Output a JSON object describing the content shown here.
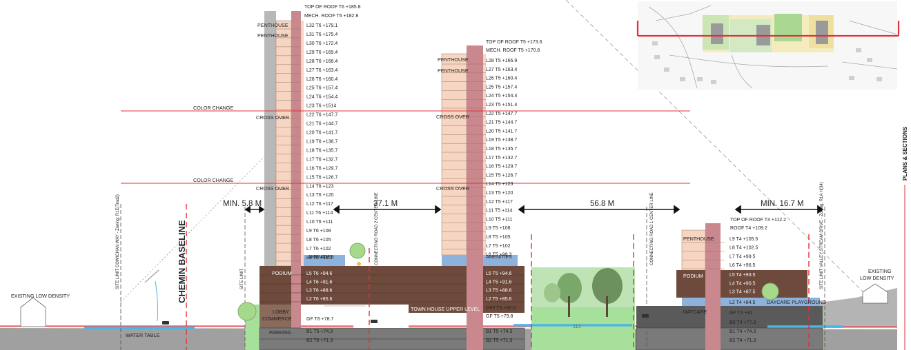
{
  "colors": {
    "tower_floor": "#f6d6c2",
    "tower_floor_line": "#9a7868",
    "core": "#c9888d",
    "core_dark": "#8a3f48",
    "podium": "#6e4a3c",
    "amenities": "#8db3dc",
    "ground": "#9a9a9a",
    "green": "#a6e09a",
    "red_line": "#e0303a",
    "water": "#4ab6e6",
    "gray_shaft": "#b8b8b8"
  },
  "tower_t6": {
    "top_label": "TOP OF ROOF T6  +185.8",
    "mech_label": "MECH. ROOF T6  +182.8",
    "levels": [
      "L32 T6  +179.1",
      "L31 T6  +175.4",
      "L30 T6  +172.4",
      "L29 T6  +169.4",
      "L28 T6  +166.4",
      "L27 T6  +163.4",
      "L26 T6  +160.4",
      "L25 T6  +157.4",
      "L24 T6  +154.4",
      "L23 T6  +1514",
      "L22 T6  +147.7",
      "L21 T6  +144.7",
      "L20 T6  +141.7",
      "L19 T6  +138.7",
      "L18 T6  +135.7",
      "L17 T6  +132.7",
      "L16 T6  +129.7",
      "L15 T6  +126.7",
      "L14 T6  +123",
      "L13 T6  +120",
      "L12 T6  +117",
      "L11 T6  +114",
      "L10 T6  +111",
      "L9 T6  +108",
      "L8 T6  +105",
      "L7 T6  +102",
      "L6 T6  +98.3",
      "L5 T6  +94.6",
      "L4 T6  +91.6",
      "L3 T6  +88.6",
      "L2 T6  +85.6",
      "GF T6  +78.7",
      "B1 T6  +74.3",
      "B2 T6  +71.3"
    ],
    "amenities": "AMENITIES",
    "penthouse": "PENTHOUSE",
    "crossover": "CROSS OVER",
    "podium": "PODIUM",
    "lobby": "LOBBY",
    "commerce": "COMMERCE",
    "parking": "PARKING"
  },
  "tower_t5": {
    "top_label": "TOP OF ROOF T5  +173.6",
    "mech_label": "MECH. ROOF T5  +170.6",
    "levels": [
      "L28 T5  +166.9",
      "L27 T5  +163.4",
      "L26 T5  +160.4",
      "L25 T5  +157.4",
      "L24 T5  +154.4",
      "L23 T5  +151.4",
      "L22 T5  +147.7",
      "L21 T5  +144.7",
      "L20 T5  +141.7",
      "L19 T5  +138.7",
      "L18 T5  +135.7",
      "L17 T5  +132.7",
      "L16 T5  +129.7",
      "L15 T5  +126.7",
      "L14 T5  +123",
      "L13 T5  +120",
      "L12 T5  +117",
      "L11 T5  +114",
      "L10 T5  +111",
      "L9 T5  +108",
      "L8 T5  +105",
      "L7 T5  +102",
      "L6 T5  +98.3",
      "L5 T5  +94.6",
      "L4 T5  +91.6",
      "L3 T5  +88.6",
      "L2 T5  +85.6",
      "GF2 T5  +82.6",
      "GF T5  +79.8",
      "B1 T5  +74.3",
      "B2 T5  +71.3"
    ],
    "amenities": "AMENITIES",
    "penthouse": "PENTHOUSE",
    "crossover": "CROSS OVER",
    "townhouse": "TOWN HOUSE UPPER LEVEL"
  },
  "tower_t4": {
    "top_label": "TOP OF ROOF T4  +112.2",
    "roof_label": "ROOF T4  +109.2",
    "levels": [
      "L9 T4  +105.5",
      "L8 T4  +102.5",
      "L7 T4  +99.5",
      "L6 T4  +96.5",
      "L5 T4  +93.5",
      "L4 T4  +90.5",
      "L3 T4  +87.5",
      "L2 T4  +84.5",
      "GF T4  +81",
      "B0 T4  +77.3",
      "B1 T4  +74.3",
      "B2 T4  +71.3"
    ],
    "penthouse": "PENTHOUSE",
    "podium": "PODIUM",
    "daycare": "DAYCARE",
    "daycare_playground": "DAYCARE PLAYGROUND"
  },
  "dimensions": {
    "d1": "MIN. 5.8 M",
    "d2": "37.1 M",
    "d3": "56.8 M",
    "d4": "MIN. 16.7 M"
  },
  "labels": {
    "color_change": "COLOR CHANGE",
    "chemin_baseline": "CHEMIN BASELINE",
    "existing_low_density_left": "EXISTING LOW DENSITY",
    "existing_low_density_right_1": "EXISTING",
    "existing_low_density_right_2": "LOW DENSITY",
    "water_table": "WATER TABLE",
    "site_limit_cowichan": "SITE LIMIT COWICHAN WAY - Zoning: R1E(Trad2)",
    "site_limit": "SITE LIMIT",
    "connecting_road_2": "CONNECTING ROAD 2 CENTER LINE",
    "connecting_road_1": "CONNECTING ROAD 1 CENTER LINE",
    "site_limit_valley": "SITE LIMIT VALLEY STREAM DRIVE - Zoning: R1A H(34)",
    "plans_sections": "PLANS & SECTIONS",
    "park_label": "113"
  }
}
